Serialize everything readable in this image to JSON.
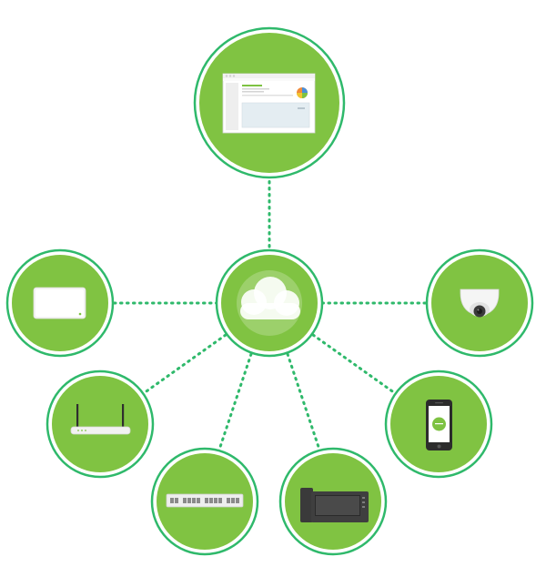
{
  "theme": {
    "ring": "#2fb96b",
    "fill": "#80c342",
    "link": "#2fb96b"
  },
  "center": {
    "id": "cloud",
    "icon": "cloud-icon"
  },
  "nodes": [
    {
      "id": "dashboard",
      "icon": "dashboard-window-icon"
    },
    {
      "id": "access-point",
      "icon": "wireless-access-point-icon"
    },
    {
      "id": "camera",
      "icon": "security-camera-icon"
    },
    {
      "id": "router",
      "icon": "router-icon"
    },
    {
      "id": "phone",
      "icon": "smartphone-icon"
    },
    {
      "id": "switch",
      "icon": "network-switch-icon"
    },
    {
      "id": "desk-phone",
      "icon": "desk-phone-icon"
    }
  ],
  "links": [
    {
      "from": "cloud",
      "to": "dashboard"
    },
    {
      "from": "cloud",
      "to": "access-point"
    },
    {
      "from": "cloud",
      "to": "camera"
    },
    {
      "from": "cloud",
      "to": "router"
    },
    {
      "from": "cloud",
      "to": "phone"
    },
    {
      "from": "cloud",
      "to": "switch"
    },
    {
      "from": "cloud",
      "to": "desk-phone"
    }
  ]
}
